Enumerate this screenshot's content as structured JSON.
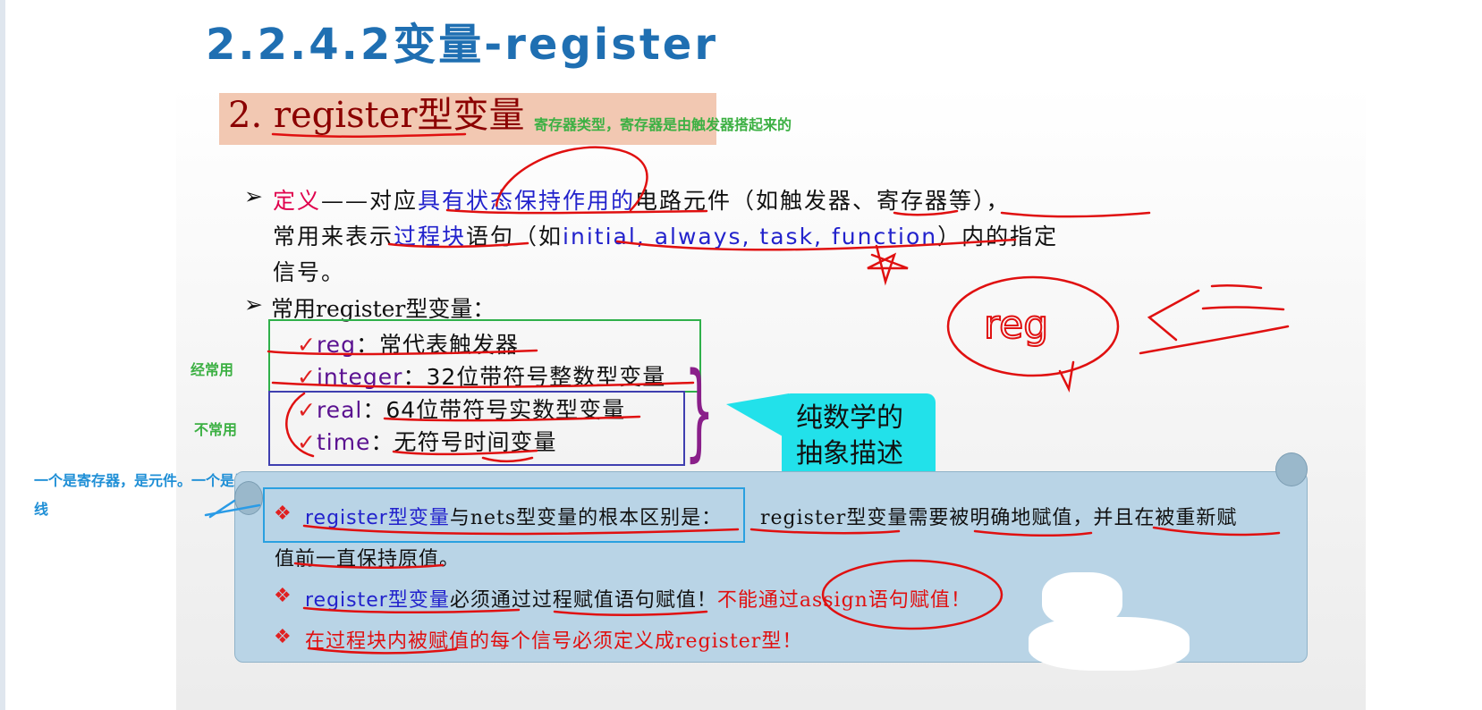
{
  "title": "2.2.4.2变量-register",
  "heading": {
    "text": "2. register型变量",
    "note": "寄存器类型，寄存器是由触发器搭起来的"
  },
  "definition": {
    "arrow": "➢",
    "label": "定义",
    "dash": "——对应",
    "highlight1": "具有状态保持作用的",
    "rest1": "电路元件（如触发器、寄存器等），",
    "line2_pre": "常用来表示",
    "line2_hl": "过程块",
    "line2_mid": "语句（如",
    "line2_kw": "initial, always, task, function",
    "line2_post": "）内的指定",
    "line3": "信号。"
  },
  "common": {
    "arrow": "➢",
    "text": "常用register型变量："
  },
  "items": [
    {
      "check": "✓",
      "key": "reg",
      "desc": "：常代表触发器"
    },
    {
      "check": "✓",
      "key": "integer",
      "desc": "：32位带符号整数型变量"
    },
    {
      "check": "✓",
      "key": "real",
      "desc": "：64位带符号实数型变量"
    },
    {
      "check": "✓",
      "key": "time",
      "desc": "：无符号时间变量"
    }
  ],
  "side_notes": {
    "frequent": "经常用",
    "rare": "不常用"
  },
  "bubble": {
    "line1": "纯数学的",
    "line2": "抽象描述"
  },
  "left_note": "一个是寄存器，是元件。一个是导线",
  "scroll": {
    "b1_hl": "register型变量",
    "b1_mid": "与nets型变量的根本区别是：",
    "b1_rest": "register型变量需要被明确地赋值，并且在被重新赋",
    "b1_line2": "值前一直保持原值。",
    "b2_hl": "register型变量",
    "b2_mid": "必须通过过程赋值语句赋值！",
    "b2_red": "不能通过assign语句赋值！",
    "b3": "在过程块内被赋值的每个信号必须定义成register型！",
    "diamond": "❖"
  },
  "handwriting": {
    "word": "reg",
    "arrow": "<="
  },
  "colors": {
    "title": "#1f6fb2",
    "heading_bg": "#f2c8b2",
    "bubble": "#22e1ea",
    "scroll": "#b9d4e6",
    "ink": "#e01010"
  }
}
